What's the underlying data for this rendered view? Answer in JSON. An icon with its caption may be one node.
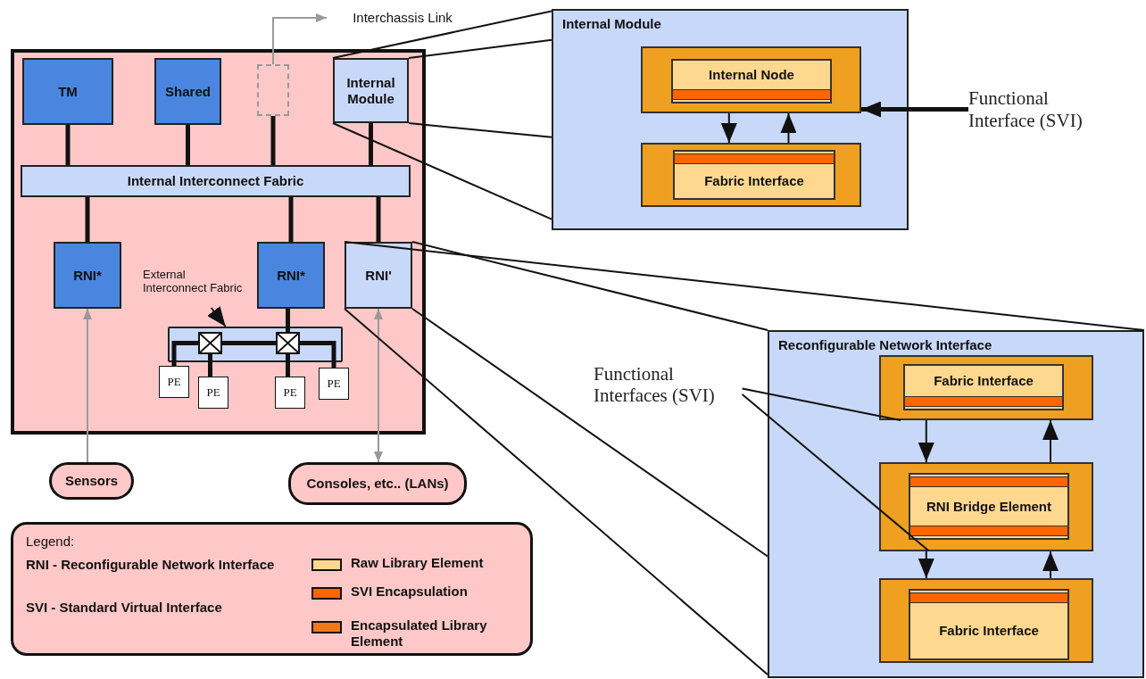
{
  "diagram": {
    "nodes": [
      {
        "text": [],
        "shape": "box"
      },
      {
        "text": [
          "TM"
        ],
        "in": 0
      },
      {
        "text": [
          "Shared"
        ],
        "in": 0
      },
      {
        "text": [],
        "shape": "box",
        "in": 0
      },
      {
        "text": [
          "Internal Module"
        ],
        "in": 0
      },
      {
        "text": [
          "Internal Interconnect Fabric"
        ],
        "in": 0
      },
      {
        "text": [
          "RNI*"
        ],
        "in": 0
      },
      {
        "text": [
          "RNI*"
        ],
        "in": 0
      },
      {
        "text": [
          "RNI'"
        ],
        "in": 0
      },
      {
        "text": [
          "External Interconnect Fabric"
        ],
        "in": 0
      },
      {
        "text": [],
        "shape": "bar",
        "in": 0
      },
      {
        "text": [],
        "shape": "box",
        "in": 10
      },
      {
        "text": [],
        "shape": "box",
        "in": 10
      },
      {
        "text": [
          "PE"
        ],
        "in": 0
      },
      {
        "text": [
          "PE"
        ],
        "in": 0
      },
      {
        "text": [
          "PE"
        ],
        "in": 0
      },
      {
        "text": [
          "PE"
        ],
        "in": 0
      },
      {
        "text": [
          "Sensors"
        ]
      },
      {
        "text": [
          "Consoles, etc.. (LANs)"
        ]
      },
      {
        "text": [
          "Interchassis Link"
        ]
      },
      {
        "text": [
          "Internal Module"
        ]
      },
      {
        "text": [],
        "shape": "box",
        "in": 20
      },
      {
        "text": [
          "Internal Node"
        ],
        "in": 21
      },
      {
        "text": [],
        "shape": "box",
        "in": 20
      },
      {
        "text": [
          "Fabric Interface"
        ],
        "in": 23
      },
      {
        "text": [
          "Functional Interface (SVI)"
        ]
      },
      {
        "text": [
          "Reconfigurable Network Interface"
        ]
      },
      {
        "text": [],
        "shape": "box",
        "in": 26
      },
      {
        "text": [
          "Fabric Interface"
        ],
        "in": 27
      },
      {
        "text": [],
        "shape": "box",
        "in": 26
      },
      {
        "text": [
          "RNI Bridge Element"
        ],
        "in": 29
      },
      {
        "text": [],
        "shape": "box",
        "in": 26
      },
      {
        "text": [
          "Fabric Interface"
        ],
        "in": 31
      },
      {
        "text": [
          "Functional Interfaces (SVI)"
        ]
      }
    ],
    "edges": [
      {
        "from": 1,
        "to": 5,
        "arrow": "none",
        "style": "thick"
      },
      {
        "from": 2,
        "to": 5,
        "arrow": "none",
        "style": "thick"
      },
      {
        "from": 3,
        "to": 5,
        "arrow": "none",
        "style": "thick"
      },
      {
        "from": 4,
        "to": 5,
        "arrow": "none",
        "style": "thick"
      },
      {
        "from": 5,
        "to": 6,
        "arrow": "none",
        "style": "thick"
      },
      {
        "from": 5,
        "to": 7,
        "arrow": "none",
        "style": "thick"
      },
      {
        "from": 5,
        "to": 8,
        "arrow": "none",
        "style": "thick"
      },
      {
        "from": 7,
        "to": 12,
        "arrow": "none",
        "style": "thick"
      },
      {
        "from": 13,
        "to": 11,
        "arrow": "none",
        "style": "thick"
      },
      {
        "from": 11,
        "to": 12,
        "arrow": "none",
        "style": "thick"
      },
      {
        "from": 12,
        "to": 16,
        "arrow": "none",
        "style": "thick"
      },
      {
        "from": 11,
        "to": 14,
        "arrow": "none",
        "style": "thick"
      },
      {
        "from": 12,
        "to": 15,
        "arrow": "none",
        "style": "thick"
      },
      {
        "from": 3,
        "to": 19,
        "arrow": "to",
        "color": "#999999"
      },
      {
        "from": 9,
        "to": 10,
        "arrow": "to"
      },
      {
        "from": 17,
        "to": 6,
        "arrow": "to",
        "color": "#999999"
      },
      {
        "from": 18,
        "to": 8,
        "arrow": "both",
        "color": "#999999"
      },
      {
        "from": 4,
        "to": 20,
        "arrow": "none"
      },
      {
        "from": 4,
        "to": 20,
        "arrow": "none"
      },
      {
        "from": 4,
        "to": 20,
        "arrow": "none"
      },
      {
        "from": 4,
        "to": 20,
        "arrow": "none"
      },
      {
        "from": 21,
        "to": 23,
        "arrow": "to"
      },
      {
        "from": 23,
        "to": 21,
        "arrow": "to"
      },
      {
        "from": 25,
        "to": 21,
        "arrow": "to",
        "style": "thick"
      },
      {
        "from": 8,
        "to": 26,
        "arrow": "none"
      },
      {
        "from": 8,
        "to": 26,
        "arrow": "none"
      },
      {
        "from": 8,
        "to": 26,
        "arrow": "none"
      },
      {
        "from": 8,
        "to": 26,
        "arrow": "none"
      },
      {
        "from": 27,
        "to": 29,
        "arrow": "to"
      },
      {
        "from": 29,
        "to": 27,
        "arrow": "to"
      },
      {
        "from": 29,
        "to": 31,
        "arrow": "to"
      },
      {
        "from": 31,
        "to": 29,
        "arrow": "to"
      },
      {
        "from": 33,
        "to": 27,
        "arrow": "none"
      },
      {
        "from": 33,
        "to": 29,
        "arrow": "none"
      }
    ],
    "labels": [
      "Legend:",
      "RNI - Reconfigurable Network Interface",
      "SVI - Standard Virtual Interface"
    ],
    "legend": [
      {
        "text": "Raw Library Element",
        "color": "#ffd890"
      },
      {
        "text": "SVI Encapsulation",
        "color": "#ff6600"
      },
      {
        "text": "Encapsulated Library Element",
        "color": "#f07818"
      }
    ]
  }
}
